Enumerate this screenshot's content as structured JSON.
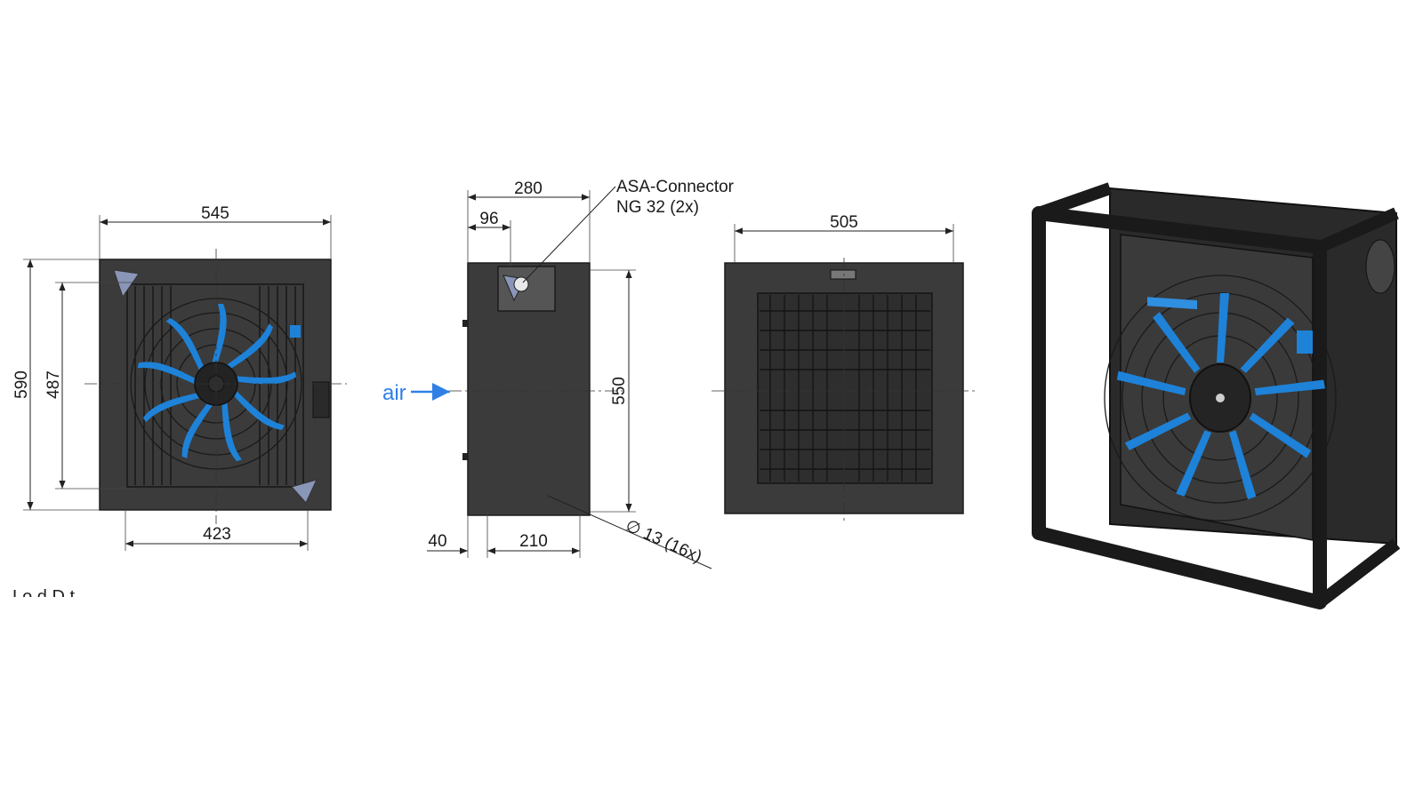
{
  "dimensions": {
    "front_width": "545",
    "front_height": "590",
    "front_inner_height": "487",
    "front_bottom_width": "423",
    "side_depth": "280",
    "side_offset": "96",
    "side_height": "550",
    "side_bottom_offset": "40",
    "side_bottom_spacing": "210",
    "back_width": "505"
  },
  "annotations": {
    "connector_line1": "ASA-Connector",
    "connector_line2": "NG 32 (2x)",
    "air_label": "air",
    "hole_label": "∅ 13 (16x)",
    "cut_text": "Lo    d D t"
  },
  "colors": {
    "body": "#3b3b3b",
    "fan_blade": "#1e82d8",
    "air_arrow": "#2f80e6"
  }
}
